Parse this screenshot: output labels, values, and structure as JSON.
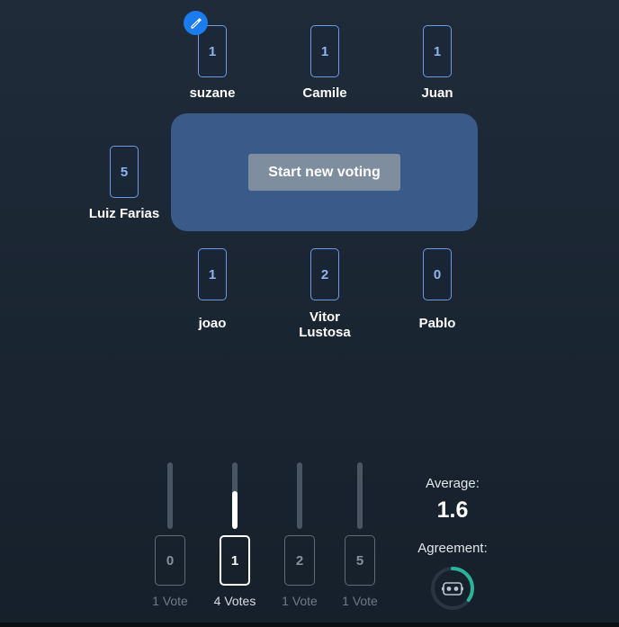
{
  "players": [
    {
      "name": "suzane",
      "card": "1"
    },
    {
      "name": "Camile",
      "card": "1"
    },
    {
      "name": "Juan",
      "card": "1"
    },
    {
      "name": "Luiz Farias",
      "card": "5"
    },
    {
      "name": "joao",
      "card": "1"
    },
    {
      "name": "Vitor Lustosa",
      "card": "2"
    },
    {
      "name": "Pablo",
      "card": "0"
    }
  ],
  "table": {
    "start_button": "Start new voting"
  },
  "results": [
    {
      "card": "0",
      "votes_label": "1 Vote",
      "votes": 1
    },
    {
      "card": "1",
      "votes_label": "4 Votes",
      "votes": 4
    },
    {
      "card": "2",
      "votes_label": "1 Vote",
      "votes": 1
    },
    {
      "card": "5",
      "votes_label": "1 Vote",
      "votes": 1
    }
  ],
  "stats": {
    "average_label": "Average:",
    "average_value": "1.6",
    "agreement_label": "Agreement:",
    "agreement_fraction": 0.35
  },
  "colors": {
    "accent": "#1b7cf0",
    "table": "#3a5a89",
    "agreement": "#2bb39a"
  },
  "icons": {
    "edit": "pencil-icon",
    "agreement": "robot-face-icon"
  }
}
